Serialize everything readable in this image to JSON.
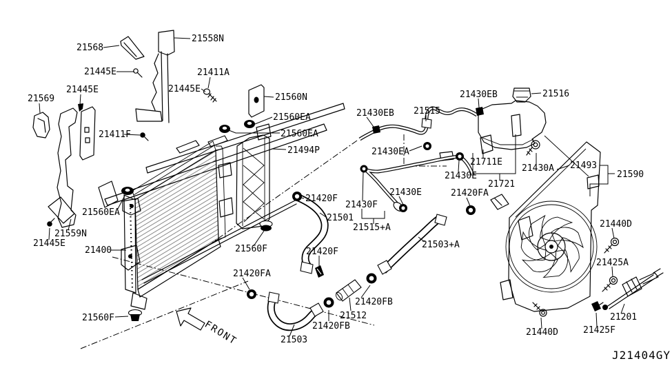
{
  "diagram_code": "J21404GY",
  "front_label": "FRONT",
  "labels": [
    "21568",
    "21558N",
    "21445E",
    "21445E",
    "21569",
    "21411A",
    "21445E",
    "21560N",
    "21560EA",
    "21560EA",
    "21411F",
    "21494P",
    "21430EB",
    "21515",
    "21430EA",
    "21430EB",
    "21516",
    "21711E",
    "21430E",
    "21721",
    "21430A",
    "21493",
    "21590",
    "21420F",
    "21501",
    "21430F",
    "21515+A",
    "21430E",
    "21420FA",
    "21440D",
    "21425A",
    "21503+A",
    "21560F",
    "21420F",
    "21420FA",
    "21400",
    "21559N",
    "21445E",
    "21560F",
    "21420FB",
    "21512",
    "21420FB",
    "21503",
    "21201",
    "21425F",
    "21440D",
    "21560EA"
  ]
}
